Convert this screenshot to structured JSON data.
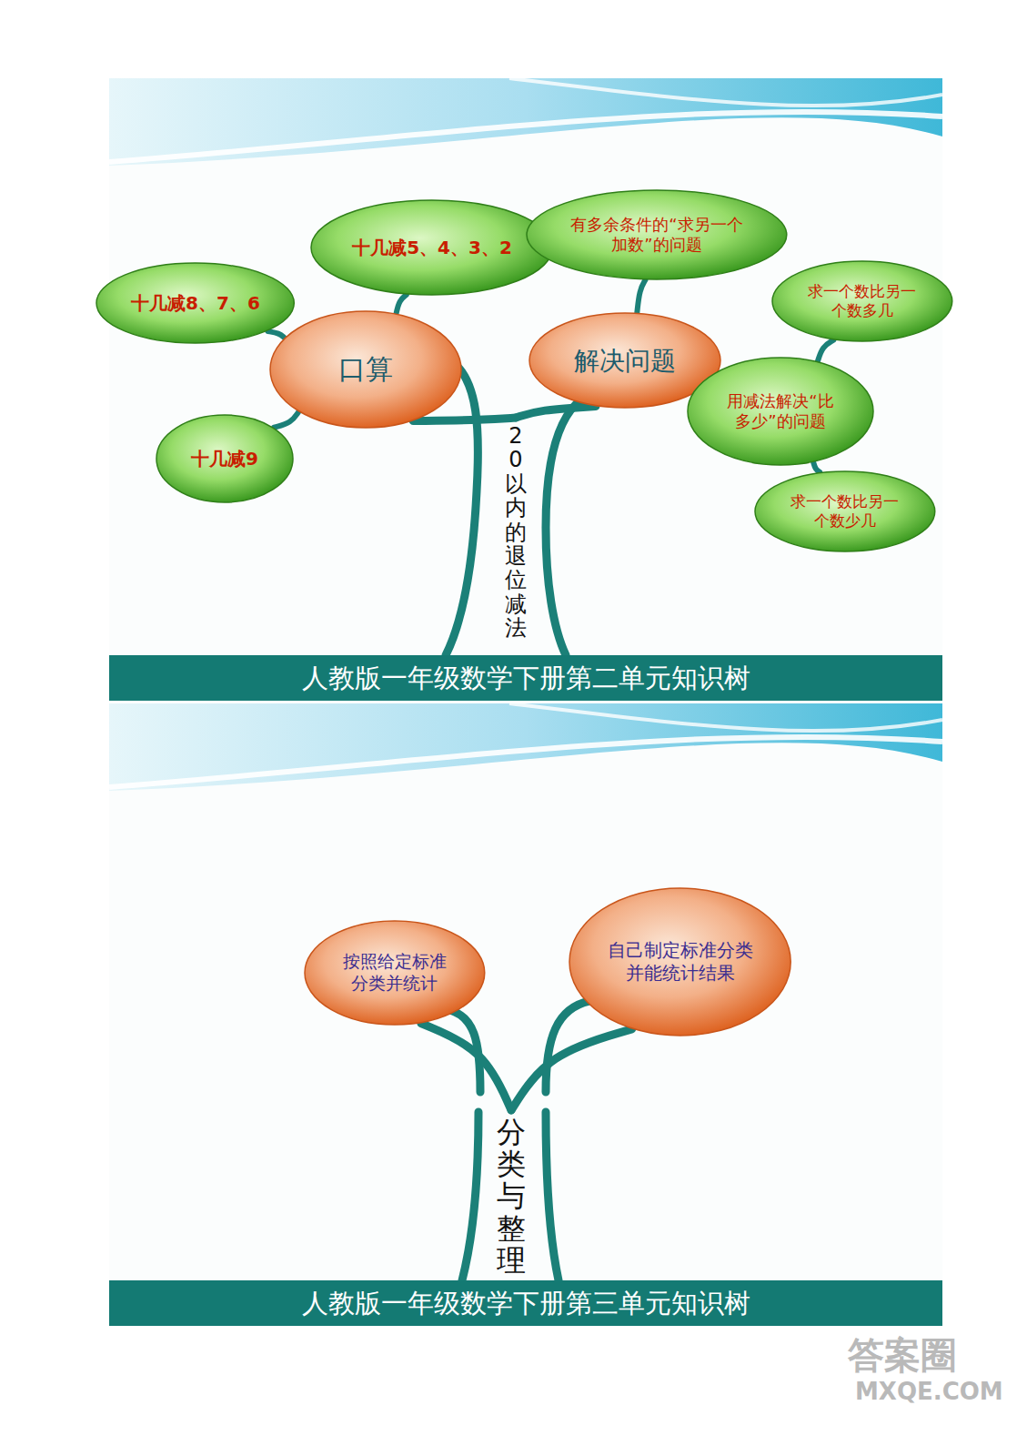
{
  "diagram": {
    "nodes": [
      {
        "text": [
          "20以内的退位减法"
        ]
      },
      {
        "text": [
          "口算"
        ]
      },
      {
        "text": [
          "十几减8、7、6"
        ]
      },
      {
        "text": [
          "十几减5、4、3、2"
        ]
      },
      {
        "text": [
          "十几减9"
        ]
      },
      {
        "text": [
          "解决问题"
        ]
      },
      {
        "text": [
          "有多余条件的“求另一个加数”的问题"
        ]
      },
      {
        "text": [
          "用减法解决“比多少”的问题"
        ]
      },
      {
        "text": [
          "求一个数比另一个数多几"
        ]
      },
      {
        "text": [
          "求一个数比另一个数少几"
        ]
      },
      {
        "text": [
          "人教版一年级数学下册第二单元知识树"
        ]
      },
      {
        "text": [
          "分类与整理"
        ]
      },
      {
        "text": [
          "按照给定标准分类并统计"
        ]
      },
      {
        "text": [
          "自己制定标准分类并能统计结果"
        ]
      },
      {
        "text": [
          "人教版一年级数学下册第三单元知识树"
        ]
      }
    ],
    "edges": [
      {
        "from": 0,
        "to": 1,
        "arrow": "none"
      },
      {
        "from": 0,
        "to": 5,
        "arrow": "none"
      },
      {
        "from": 1,
        "to": 2,
        "arrow": "none"
      },
      {
        "from": 1,
        "to": 3,
        "arrow": "none"
      },
      {
        "from": 1,
        "to": 4,
        "arrow": "none"
      },
      {
        "from": 5,
        "to": 6,
        "arrow": "none"
      },
      {
        "from": 5,
        "to": 7,
        "arrow": "none"
      },
      {
        "from": 7,
        "to": 8,
        "arrow": "none"
      },
      {
        "from": 7,
        "to": 9,
        "arrow": "none"
      },
      {
        "from": 11,
        "to": 12,
        "arrow": "none"
      },
      {
        "from": 11,
        "to": 13,
        "arrow": "none"
      }
    ],
    "labels": [
      "答案圈",
      "MXQE.COM"
    ]
  }
}
